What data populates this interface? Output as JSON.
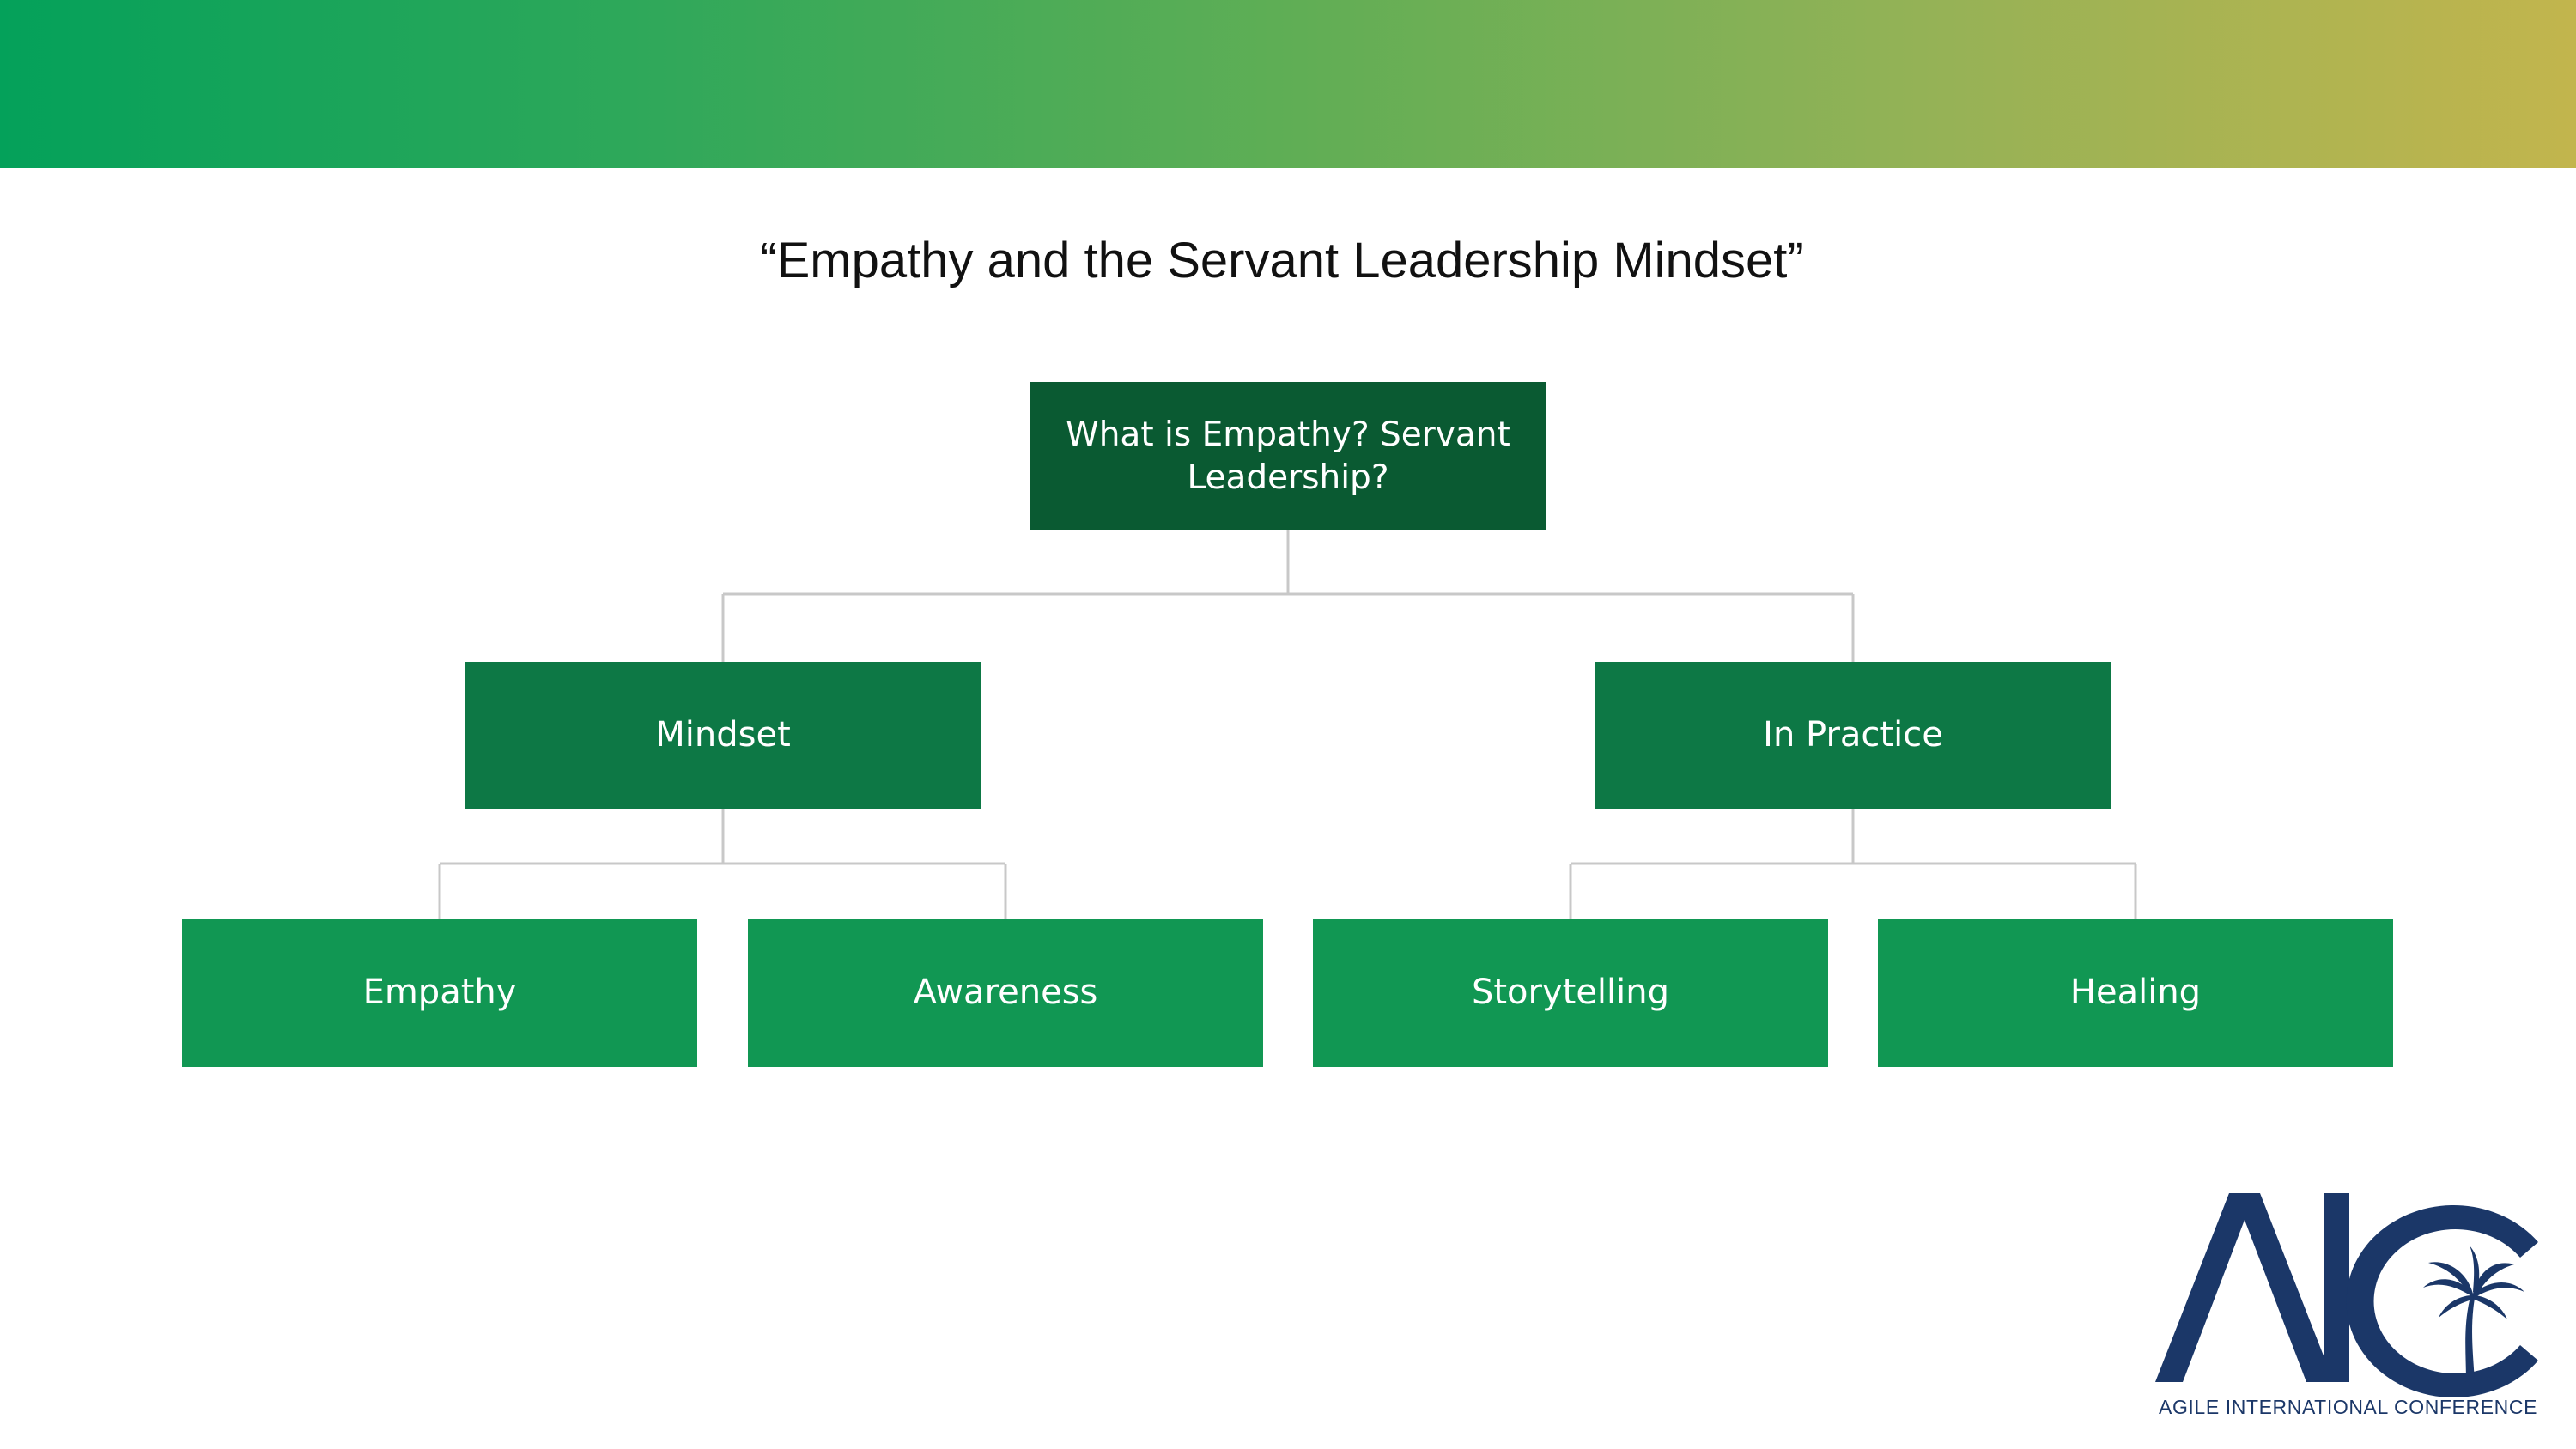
{
  "slide": {
    "title": "“Empathy and the Servant Leadership Mindset”"
  },
  "org_chart": {
    "root": "What is Empathy? Servant Leadership?",
    "branches": [
      {
        "label": "Mindset",
        "children": [
          "Empathy",
          "Awareness"
        ]
      },
      {
        "label": "In Practice",
        "children": [
          "Storytelling",
          "Healing"
        ]
      }
    ]
  },
  "logo": {
    "text": "AIC",
    "caption": "AGILE INTERNATIONAL CONFERENCE",
    "icon": "palm-tree-icon"
  },
  "colors": {
    "band_start": "#04a15a",
    "band_end": "#c2b54d",
    "root_fill": "#0a5a32",
    "branch_fill": "#0d7845",
    "leaf_fill": "#119753",
    "connector": "#c8c8c8",
    "logo_navy": "#1b3768"
  }
}
